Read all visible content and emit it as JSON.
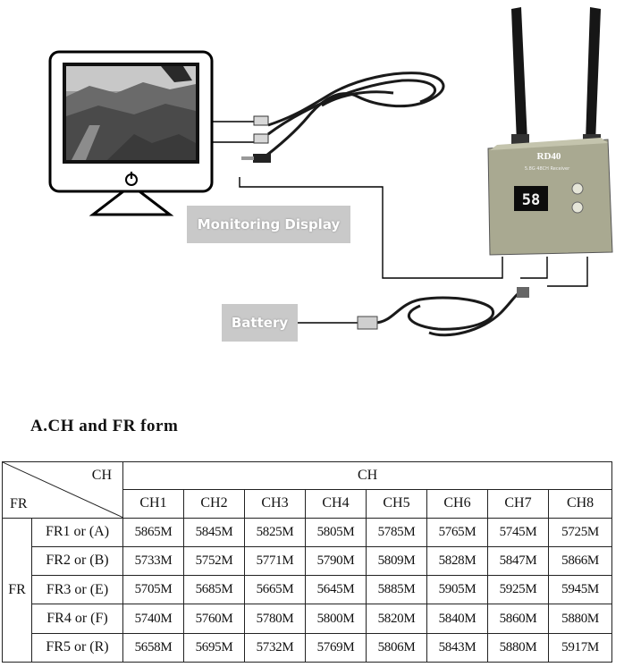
{
  "diagram": {
    "monitor_label": "Monitoring Display",
    "battery_label": "Battery",
    "receiver_model": "RD40",
    "receiver_subtitle": "5.8G 48CH Receiver",
    "receiver_display": "58",
    "icons": [
      "power-icon",
      "antenna-icon"
    ]
  },
  "form": {
    "title": "A.CH and FR form",
    "corner_ch": "CH",
    "corner_fr": "FR",
    "group_ch": "CH",
    "group_fr": "FR",
    "columns": [
      "CH1",
      "CH2",
      "CH3",
      "CH4",
      "CH5",
      "CH6",
      "CH7",
      "CH8"
    ],
    "rows": [
      {
        "label": "FR1 or (A)",
        "values": [
          "5865M",
          "5845M",
          "5825M",
          "5805M",
          "5785M",
          "5765M",
          "5745M",
          "5725M"
        ]
      },
      {
        "label": "FR2 or (B)",
        "values": [
          "5733M",
          "5752M",
          "5771M",
          "5790M",
          "5809M",
          "5828M",
          "5847M",
          "5866M"
        ]
      },
      {
        "label": "FR3 or (E)",
        "values": [
          "5705M",
          "5685M",
          "5665M",
          "5645M",
          "5885M",
          "5905M",
          "5925M",
          "5945M"
        ]
      },
      {
        "label": "FR4 or (F)",
        "values": [
          "5740M",
          "5760M",
          "5780M",
          "5800M",
          "5820M",
          "5840M",
          "5860M",
          "5880M"
        ]
      },
      {
        "label": "FR5 or (R)",
        "values": [
          "5658M",
          "5695M",
          "5732M",
          "5769M",
          "5806M",
          "5843M",
          "5880M",
          "5917M"
        ]
      }
    ]
  }
}
